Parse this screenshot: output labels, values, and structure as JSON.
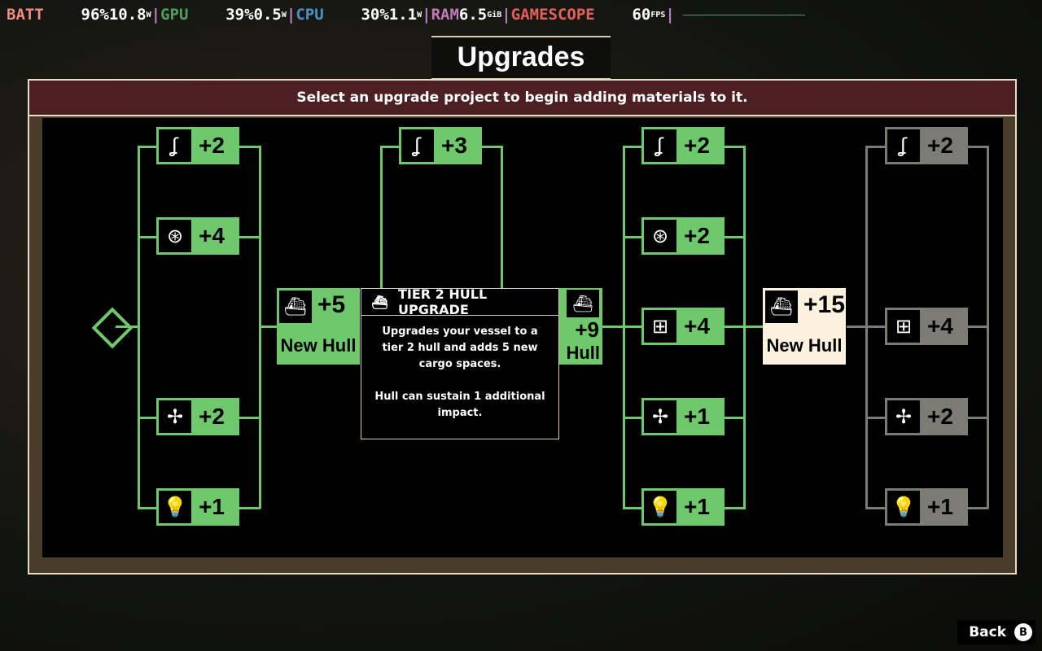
{
  "hud": {
    "batt_label": "BATT",
    "batt_pct": "96%",
    "batt_w": "10.8",
    "gpu_label": "GPU",
    "gpu_pct": "39%",
    "gpu_w": "0.5",
    "cpu_label": "CPU",
    "cpu_pct": "30%",
    "cpu_w": "1.1",
    "ram_label": "RAM",
    "ram_val": "6.5",
    "ram_unit": "GiB",
    "gs_label": "GAMESCOPE",
    "fps": "60",
    "fps_unit": "FPS",
    "w_unit": "W",
    "sep": "|"
  },
  "title": "Upgrades",
  "banner": "Select an upgrade project to begin adding materials to it.",
  "col1": [
    {
      "icon": "fishing-hook",
      "value": "+2"
    },
    {
      "icon": "net",
      "value": "+4"
    },
    {
      "icon": "engine",
      "value": "+2"
    },
    {
      "icon": "light",
      "value": "+1"
    }
  ],
  "col2": [
    {
      "icon": "fishing-hook",
      "value": "+3"
    }
  ],
  "col3": [
    {
      "icon": "fishing-hook",
      "value": "+2"
    },
    {
      "icon": "net",
      "value": "+2"
    },
    {
      "icon": "storage",
      "value": "+4"
    },
    {
      "icon": "engine",
      "value": "+1"
    },
    {
      "icon": "light",
      "value": "+1"
    }
  ],
  "col4": [
    {
      "icon": "fishing-hook",
      "value": "+2"
    },
    {
      "icon": "storage",
      "value": "+4"
    },
    {
      "icon": "engine",
      "value": "+2"
    },
    {
      "icon": "light",
      "value": "+1"
    }
  ],
  "hulls": [
    {
      "value": "+5",
      "name": "New Hull"
    },
    {
      "value": "+9",
      "name": "Hull"
    },
    {
      "value": "+15",
      "name": "New Hull"
    }
  ],
  "tooltip": {
    "title": "TIER 2 HULL UPGRADE",
    "desc": "Upgrades your vessel to a tier 2 hull and adds 5 new cargo spaces.",
    "desc2": "Hull can sustain 1 additional impact."
  },
  "back": {
    "label": "Back",
    "button": "B"
  }
}
